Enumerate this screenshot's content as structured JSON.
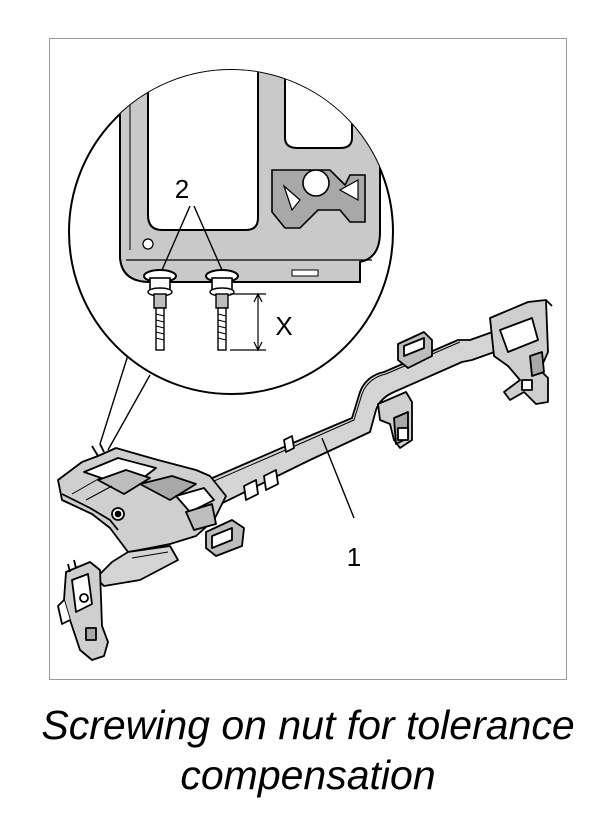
{
  "figure": {
    "callouts": {
      "bolts": "2",
      "dimension": "X",
      "crossmember": "1"
    },
    "caption_lines": [
      "Screwing on nut for tolerance",
      "compensation"
    ]
  }
}
